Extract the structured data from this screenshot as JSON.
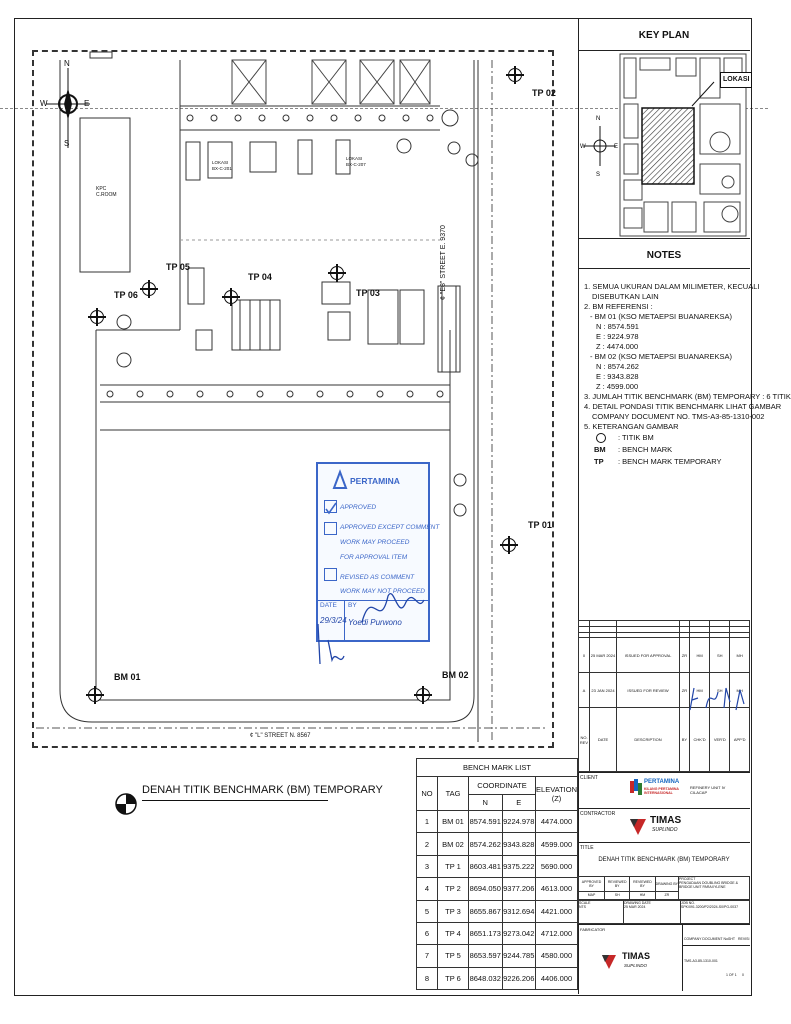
{
  "drawing": {
    "north": "N",
    "south": "S",
    "west": "W",
    "east": "E",
    "kpc": "KPC C.ROOM",
    "street_v": "¢ \"E8\" STREET E. 9370",
    "street_h": "¢ \"L\" STREET N. 8567",
    "lokasi1": "LOKASI BX-C-201",
    "lokasi2": "LOKASI BX-C-207",
    "points": {
      "tp01": "TP 01",
      "tp02": "TP 02",
      "tp03": "TP 03",
      "tp04": "TP 04",
      "tp05": "TP 05",
      "tp06": "TP 06",
      "bm01": "BM 01",
      "bm02": "BM 02"
    }
  },
  "stamp": {
    "brand": "PERTAMINA",
    "approved": "APPROVED",
    "except1": "APPROVED EXCEPT COMMENT",
    "except2": "WORK MAY PROCEED",
    "except3": "FOR APPROVAL ITEM",
    "revised1": "REVISED AS COMMENT",
    "revised2": "WORK MAY NOT PROCEED",
    "date_label": "DATE",
    "by_label": "BY",
    "date_val": "29/3/24",
    "by_val": "Yoedi Purwono"
  },
  "bottom_title": "DENAH TITIK BENCHMARK (BM) TEMPORARY",
  "bench_list": {
    "title": "BENCH MARK LIST",
    "h_no": "NO",
    "h_tag": "TAG",
    "h_coord": "COORDINATE",
    "h_n": "N",
    "h_e": "E",
    "h_elev": "ELEVATION (Z)",
    "rows": [
      {
        "no": "1",
        "tag": "BM 01",
        "n": "8574.591",
        "e": "9224.978",
        "z": "4474.000"
      },
      {
        "no": "2",
        "tag": "BM 02",
        "n": "8574.262",
        "e": "9343.828",
        "z": "4599.000"
      },
      {
        "no": "3",
        "tag": "TP 1",
        "n": "8603.481",
        "e": "9375.222",
        "z": "5690.000"
      },
      {
        "no": "4",
        "tag": "TP 2",
        "n": "8694.050",
        "e": "9377.206",
        "z": "4613.000"
      },
      {
        "no": "5",
        "tag": "TP 3",
        "n": "8655.867",
        "e": "9312.694",
        "z": "4421.000"
      },
      {
        "no": "6",
        "tag": "TP 4",
        "n": "8651.173",
        "e": "9273.042",
        "z": "4712.000"
      },
      {
        "no": "7",
        "tag": "TP 5",
        "n": "8653.597",
        "e": "9244.785",
        "z": "4580.000"
      },
      {
        "no": "8",
        "tag": "TP 6",
        "n": "8648.032",
        "e": "9226.206",
        "z": "4406.000"
      }
    ]
  },
  "keyplan": {
    "title": "KEY PLAN",
    "lokasi": "LOKASI"
  },
  "notes": {
    "title": "NOTES",
    "lines": [
      "1. SEMUA UKURAN DALAM MILIMETER, KECUALI",
      "   DISEBUTKAN LAIN",
      "2. BM REFERENSI :",
      "  - BM 01 (KSO METAEPSI BUANAREKSA)",
      "    N : 8574.591",
      "    E : 9224.978",
      "    Z : 4474.000",
      "  - BM 02 (KSO METAEPSI BUANAREKSA)",
      "    N : 8574.262",
      "    E : 9343.828",
      "    Z : 4599.000",
      "3. JUMLAH TITIK BENCHMARK (BM) TEMPORARY : 6 TITIK",
      "4. DETAIL PONDASI TITIK BENCHMARK LIHAT GAMBAR",
      "   COMPANY DOCUMENT NO. TMS-A3-85-1310-002",
      "5. KETERANGAN GAMBAR"
    ],
    "legend": [
      {
        "sym": "",
        "desc": ": TITIK BM"
      },
      {
        "sym": "BM",
        "desc": ": BENCH MARK"
      },
      {
        "sym": "TP",
        "desc": ": BENCH MARK TEMPORARY"
      }
    ]
  },
  "revisions": {
    "rows": [
      {
        "rev": "0",
        "date": "25 MAR 2024",
        "desc": "ISSUED FOR APPROVAL",
        "by": "ZR",
        "chk": "HM",
        "ver": "SH",
        "app": "MH"
      },
      {
        "rev": "A",
        "date": "23 JAN 2024",
        "desc": "ISSUED FOR REVIEW",
        "by": "ZR",
        "chk": "HM",
        "ver": "SH",
        "app": "MH"
      }
    ],
    "h_no": "NO. REV",
    "h_date": "DATE",
    "h_desc": "DESCRIPTION",
    "h_by": "BY",
    "h_chk": "CHK'D",
    "h_ver": "VER'D",
    "h_app": "APP'D"
  },
  "client": {
    "label": "CLIENT",
    "name": "PERTAMINA",
    "sub": "KILANG PERTAMINA INTERNASIONAL",
    "unit": "REFINERY UNIT IV CILACAP"
  },
  "contractor": {
    "label": "CONTRACTOR",
    "name": "TIMAS",
    "sub": "SUPLINDO"
  },
  "title_block": {
    "label": "TITLE",
    "title": "DENAH TITIK BENCHMARK (BM) TEMPORARY",
    "approved_by": "APPROVED BY",
    "reviewed_by": "REVIEWED BY",
    "reviewed_by2": "REVIEWED BY",
    "drawing_by": "DRAWING BY",
    "approved_val": "MAP",
    "reviewed_val": "SH",
    "reviewed_val2": "HM",
    "drawing_val": "ZR",
    "project_label": "PROJECT",
    "project": "PENGADAAN DOUBLING BRIDGE & BRIDGE UNIT PARAXYLENE",
    "scale_label": "SCALE",
    "scale_val": "NTS",
    "dwgdate_label": "DRAWING DATE",
    "dwgdate_val": "25 MAR 2024",
    "jobno_label": "JOB NO.",
    "jobno_val": "SPK/091.3200/P2/2024-S0/PG-0037",
    "fabricator_label": "FABRICATOR",
    "company_doc_label": "COMPANY DOCUMENT No.",
    "sht_label": "SHT",
    "rev_label": "REVISI",
    "doc_no": "TMS-A3-85-1310-001",
    "sht_val": "1 OF 1",
    "rev_val": "0"
  }
}
